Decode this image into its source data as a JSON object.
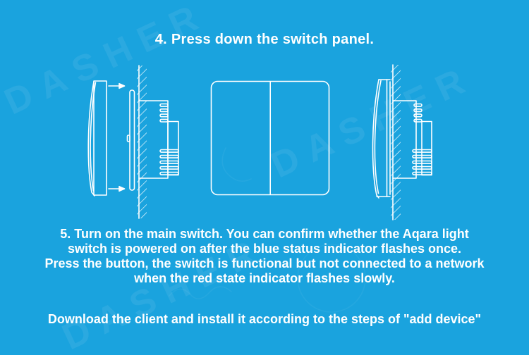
{
  "page": {
    "background_color": "#1aa3de",
    "line_color": "#ffffff",
    "text_color": "#ffffff"
  },
  "watermark": {
    "text": "DASHER"
  },
  "steps": {
    "step4": "4. Press down the switch panel.",
    "step5_lines": [
      "5. Turn on the main switch. You can confirm whether the Aqara light",
      "switch is powered on after the blue status indicator flashes once.",
      "Press the button, the switch is functional but not connected to a network",
      "when the red state indicator flashes slowly."
    ],
    "download_note": "Download the client and install it according to the steps of \"add device\""
  }
}
